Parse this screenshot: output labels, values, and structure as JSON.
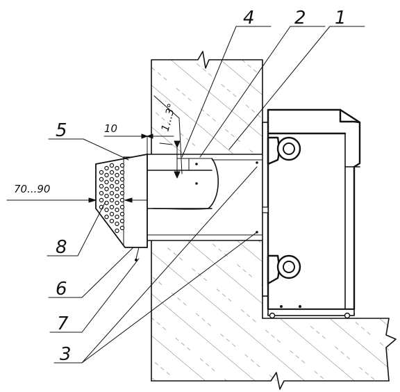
{
  "labels": {
    "l1": "1",
    "l2": "2",
    "l3": "3",
    "l4": "4",
    "l5": "5",
    "l6": "6",
    "l7": "7",
    "l8": "8"
  },
  "dimensions": {
    "d_depth": "10",
    "d_angle": "1...3°",
    "d_gap": "70...90"
  }
}
